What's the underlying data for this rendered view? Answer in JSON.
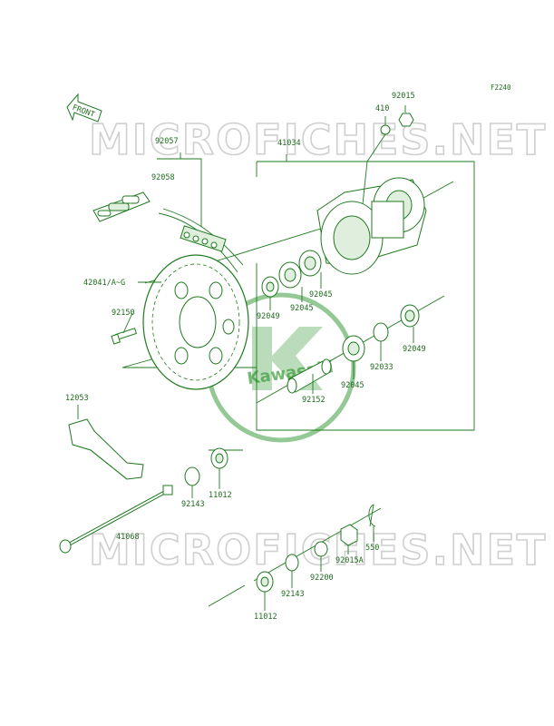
{
  "figure_code": "F2240",
  "front_arrow": "FRONT",
  "watermark_top": "MICROFICHES.NET",
  "watermark_bottom": "MICROFICHES.NET",
  "logo_text": "Kawasaki",
  "parts": {
    "p92015": "92015",
    "p410": "410",
    "p92057": "92057",
    "p41034": "41034",
    "p92058": "92058",
    "p42041": "42041/A~G",
    "p92150": "92150",
    "p92049a": "92049",
    "p92045a": "92045",
    "p92045b": "92045",
    "p92049b": "92049",
    "p92033": "92033",
    "p92045c": "92045",
    "p92152": "92152",
    "p12053": "12053",
    "p92143a": "92143",
    "p11012a": "11012",
    "p41068": "41068",
    "p550": "550",
    "p92015A": "92015A",
    "p92200": "92200",
    "p92143b": "92143",
    "p11012b": "11012"
  },
  "colors": {
    "line": "#1f7a1f",
    "text": "#1f6b1f",
    "watermark": "#cfcfcf",
    "logo": "#3c9a3c"
  }
}
